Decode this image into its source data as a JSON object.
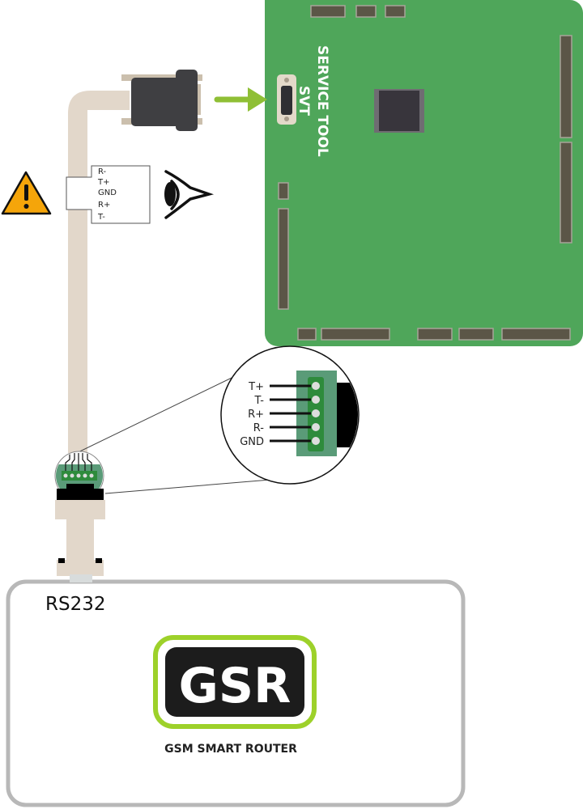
{
  "board": {
    "label_line1": "SERVICE TOOL",
    "label_line2": "SVT",
    "color": "#4fa65a"
  },
  "cable": {
    "color": "#e2d7ca"
  },
  "arrow": {
    "color": "#8fbf35",
    "icon": "arrow-right-icon"
  },
  "warning": {
    "icon": "warning-icon",
    "color": "#f5a50a"
  },
  "inspect": {
    "icon": "eye-icon"
  },
  "cable_label": {
    "pins": [
      "R-",
      "T+",
      "GND",
      "R+",
      "T-"
    ]
  },
  "terminal_zoom": {
    "pins": [
      "T+",
      "T-",
      "R+",
      "R-",
      "GND"
    ]
  },
  "router": {
    "port_label": "RS232",
    "logo_text": "GSR",
    "subtitle": "GSM SMART ROUTER",
    "logo_accent": "#9dd12a"
  }
}
